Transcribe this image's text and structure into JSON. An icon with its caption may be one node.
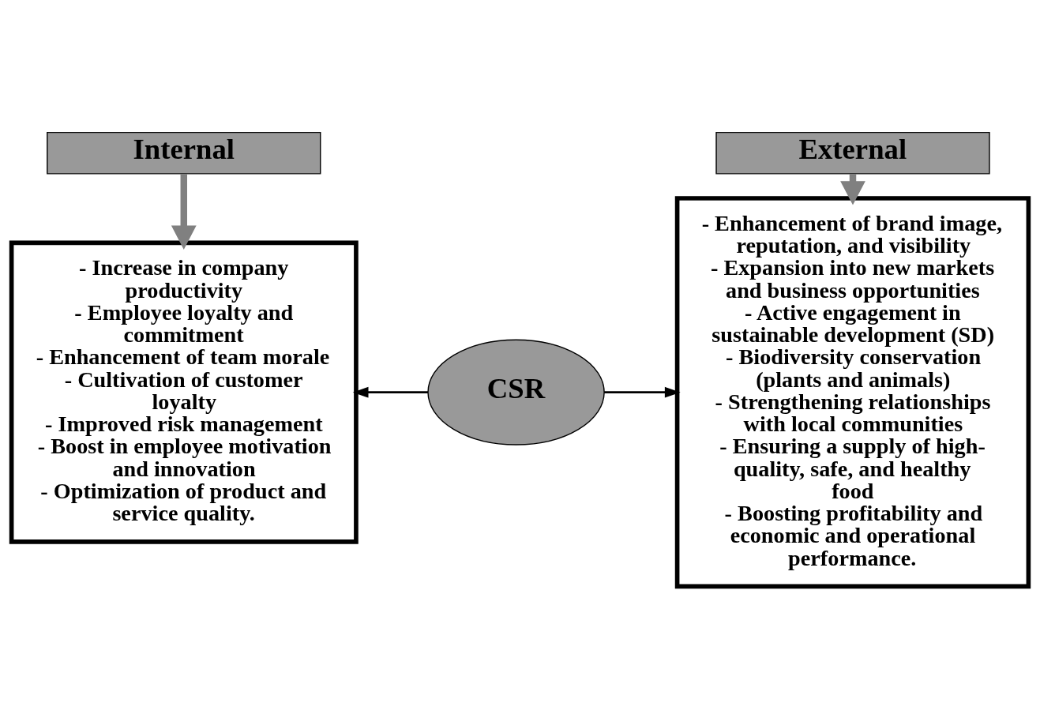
{
  "diagram": {
    "nodes": [
      {
        "text": [
          "Internal"
        ]
      },
      {
        "text": [
          "- Increase in company productivity",
          "- Employee loyalty and commitment",
          "- Enhancement of team morale",
          "- Cultivation of customer loyalty",
          "- Improved risk management",
          "- Boost in employee motivation and innovation",
          "- Optimization of product and service quality."
        ]
      },
      {
        "text": [
          "CSR"
        ]
      },
      {
        "text": [
          "External"
        ]
      },
      {
        "text": [
          "- Enhancement of brand image, reputation, and visibility",
          "- Expansion into new markets and business opportunities",
          "- Active engagement in sustainable development (SD)",
          "- Biodiversity conservation (plants and animals)",
          "- Strengthening relationships with local communities",
          "- Ensuring a supply of high-quality, safe, and healthy food",
          "- Boosting profitability and economic and operational performance."
        ]
      }
    ],
    "edges": [
      {
        "from": 0,
        "to": 1,
        "arrow": "to",
        "style": "thick",
        "color": "#808080"
      },
      {
        "from": 3,
        "to": 4,
        "arrow": "to",
        "style": "thick",
        "color": "#808080"
      },
      {
        "from": 2,
        "to": 1,
        "arrow": "to",
        "color": "#000000"
      },
      {
        "from": 2,
        "to": 4,
        "arrow": "to",
        "color": "#000000"
      }
    ]
  }
}
